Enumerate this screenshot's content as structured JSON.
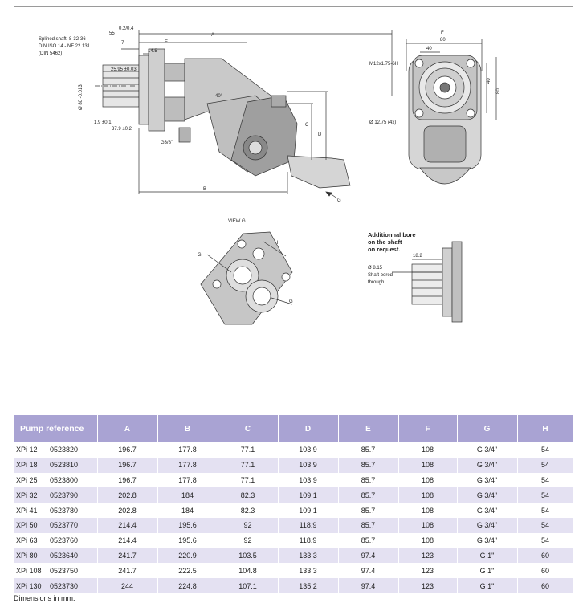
{
  "drawing": {
    "splined_shaft": [
      "Splined shaft: 8-32-36",
      "DIN ISO 14 - NF 22.131",
      "(DIN 5462)"
    ],
    "dims": {
      "a": "A",
      "b": "B",
      "c": "C",
      "d": "D",
      "e": "E",
      "f": "F",
      "h": "H",
      "dim_55": "55",
      "dim_02_04": "0.2/0.4",
      "dim_7": "7",
      "dim_14_5": "14.5",
      "dim_25_95": "25.95 ±0.03",
      "dim_80": "Ø 80 -0.013",
      "dim_1_9": "1.9 ±0.1",
      "dim_37_9": "37.9 ±0.2",
      "dim_g34": "G3/8\"",
      "dim_40deg": "40°",
      "dim_80top": "80",
      "dim_40top": "40",
      "dim_m12": "M12x1.75-6H",
      "dim_12_75": "Ø 12.75 (4x)",
      "dim_40side": "40",
      "dim_80side": "80",
      "dim_g_arrow": "G",
      "dim_8_15": "Ø 8.15",
      "dim_18_2": "18.2"
    },
    "view_g_label": "VIEW G",
    "bore_note": [
      "Additionnal bore",
      "on the shaft",
      "on request."
    ],
    "shaft_bored": [
      "Shaft bored",
      "through"
    ]
  },
  "table": {
    "headers": [
      "Pump reference",
      "A",
      "B",
      "C",
      "D",
      "E",
      "F",
      "G",
      "H"
    ],
    "rows": [
      {
        "name": "XPi 12",
        "code": "0523820",
        "a": "196.7",
        "b": "177.8",
        "c": "77.1",
        "d": "103.9",
        "e": "85.7",
        "f": "108",
        "g": "G 3/4\"",
        "h": "54"
      },
      {
        "name": "XPi 18",
        "code": "0523810",
        "a": "196.7",
        "b": "177.8",
        "c": "77.1",
        "d": "103.9",
        "e": "85.7",
        "f": "108",
        "g": "G 3/4\"",
        "h": "54"
      },
      {
        "name": "XPi 25",
        "code": "0523800",
        "a": "196.7",
        "b": "177.8",
        "c": "77.1",
        "d": "103.9",
        "e": "85.7",
        "f": "108",
        "g": "G 3/4\"",
        "h": "54"
      },
      {
        "name": "XPi 32",
        "code": "0523790",
        "a": "202.8",
        "b": "184",
        "c": "82.3",
        "d": "109.1",
        "e": "85.7",
        "f": "108",
        "g": "G 3/4\"",
        "h": "54"
      },
      {
        "name": "XPi 41",
        "code": "0523780",
        "a": "202.8",
        "b": "184",
        "c": "82.3",
        "d": "109.1",
        "e": "85.7",
        "f": "108",
        "g": "G 3/4\"",
        "h": "54"
      },
      {
        "name": "XPi 50",
        "code": "0523770",
        "a": "214.4",
        "b": "195.6",
        "c": "92",
        "d": "118.9",
        "e": "85.7",
        "f": "108",
        "g": "G 3/4\"",
        "h": "54"
      },
      {
        "name": "XPi 63",
        "code": "0523760",
        "a": "214.4",
        "b": "195.6",
        "c": "92",
        "d": "118.9",
        "e": "85.7",
        "f": "108",
        "g": "G 3/4\"",
        "h": "54"
      },
      {
        "name": "XPi 80",
        "code": "0523640",
        "a": "241.7",
        "b": "220.9",
        "c": "103.5",
        "d": "133.3",
        "e": "97.4",
        "f": "123",
        "g": "G 1\"",
        "h": "60"
      },
      {
        "name": "XPi 108",
        "code": "0523750",
        "a": "241.7",
        "b": "222.5",
        "c": "104.8",
        "d": "133.3",
        "e": "97.4",
        "f": "123",
        "g": "G 1\"",
        "h": "60"
      },
      {
        "name": "XPi 130",
        "code": "0523730",
        "a": "244",
        "b": "224.8",
        "c": "107.1",
        "d": "135.2",
        "e": "97.4",
        "f": "123",
        "g": "G 1\"",
        "h": "60"
      }
    ]
  },
  "footnote": "Dimensions in mm."
}
